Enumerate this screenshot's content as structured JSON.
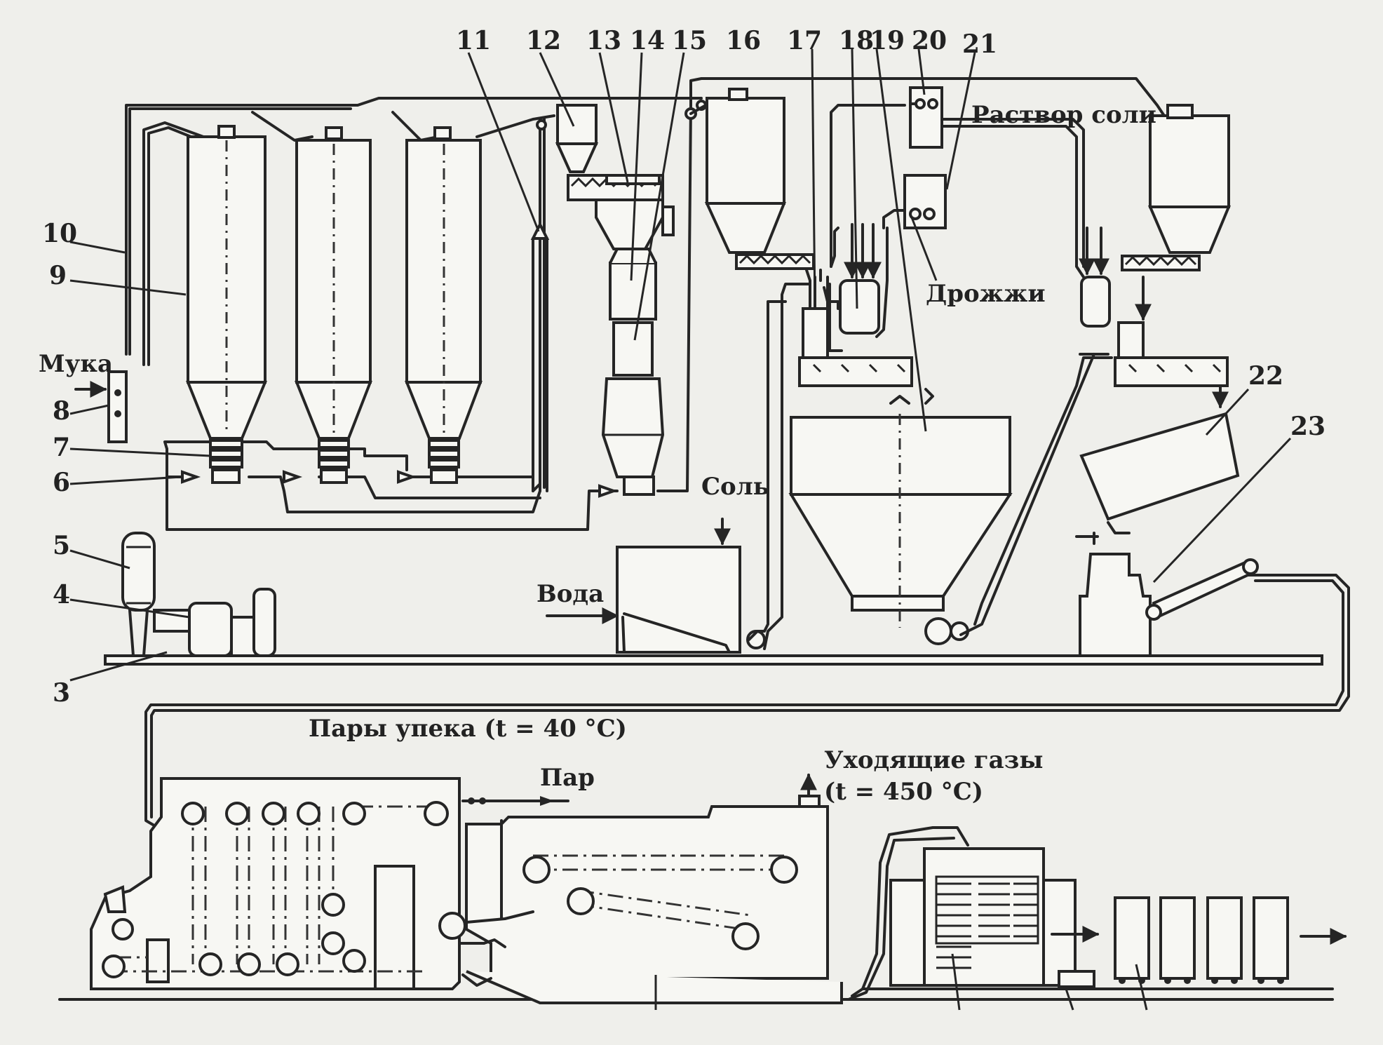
{
  "labels": {
    "n3": "3",
    "n4": "4",
    "n5": "5",
    "n6": "6",
    "n7": "7",
    "n8": "8",
    "n9": "9",
    "n10": "10",
    "n11": "11",
    "n12": "12",
    "n13": "13",
    "n14": "14",
    "n15": "15",
    "n16": "16",
    "n17": "17",
    "n18": "18",
    "n19": "19",
    "n20": "20",
    "n21": "21",
    "n22": "22",
    "n23": "23",
    "flour": "Мука",
    "salt": "Соль",
    "water": "Вода",
    "salt_solution": "Раствор соли",
    "yeast": "Дрожжи",
    "baking_vapors": "Пары упека (t = 40 °С)",
    "steam": "Пар",
    "exhaust_gases_line1": "Уходящие газы",
    "exhaust_gases_line2": "(t = 450 °С)"
  }
}
